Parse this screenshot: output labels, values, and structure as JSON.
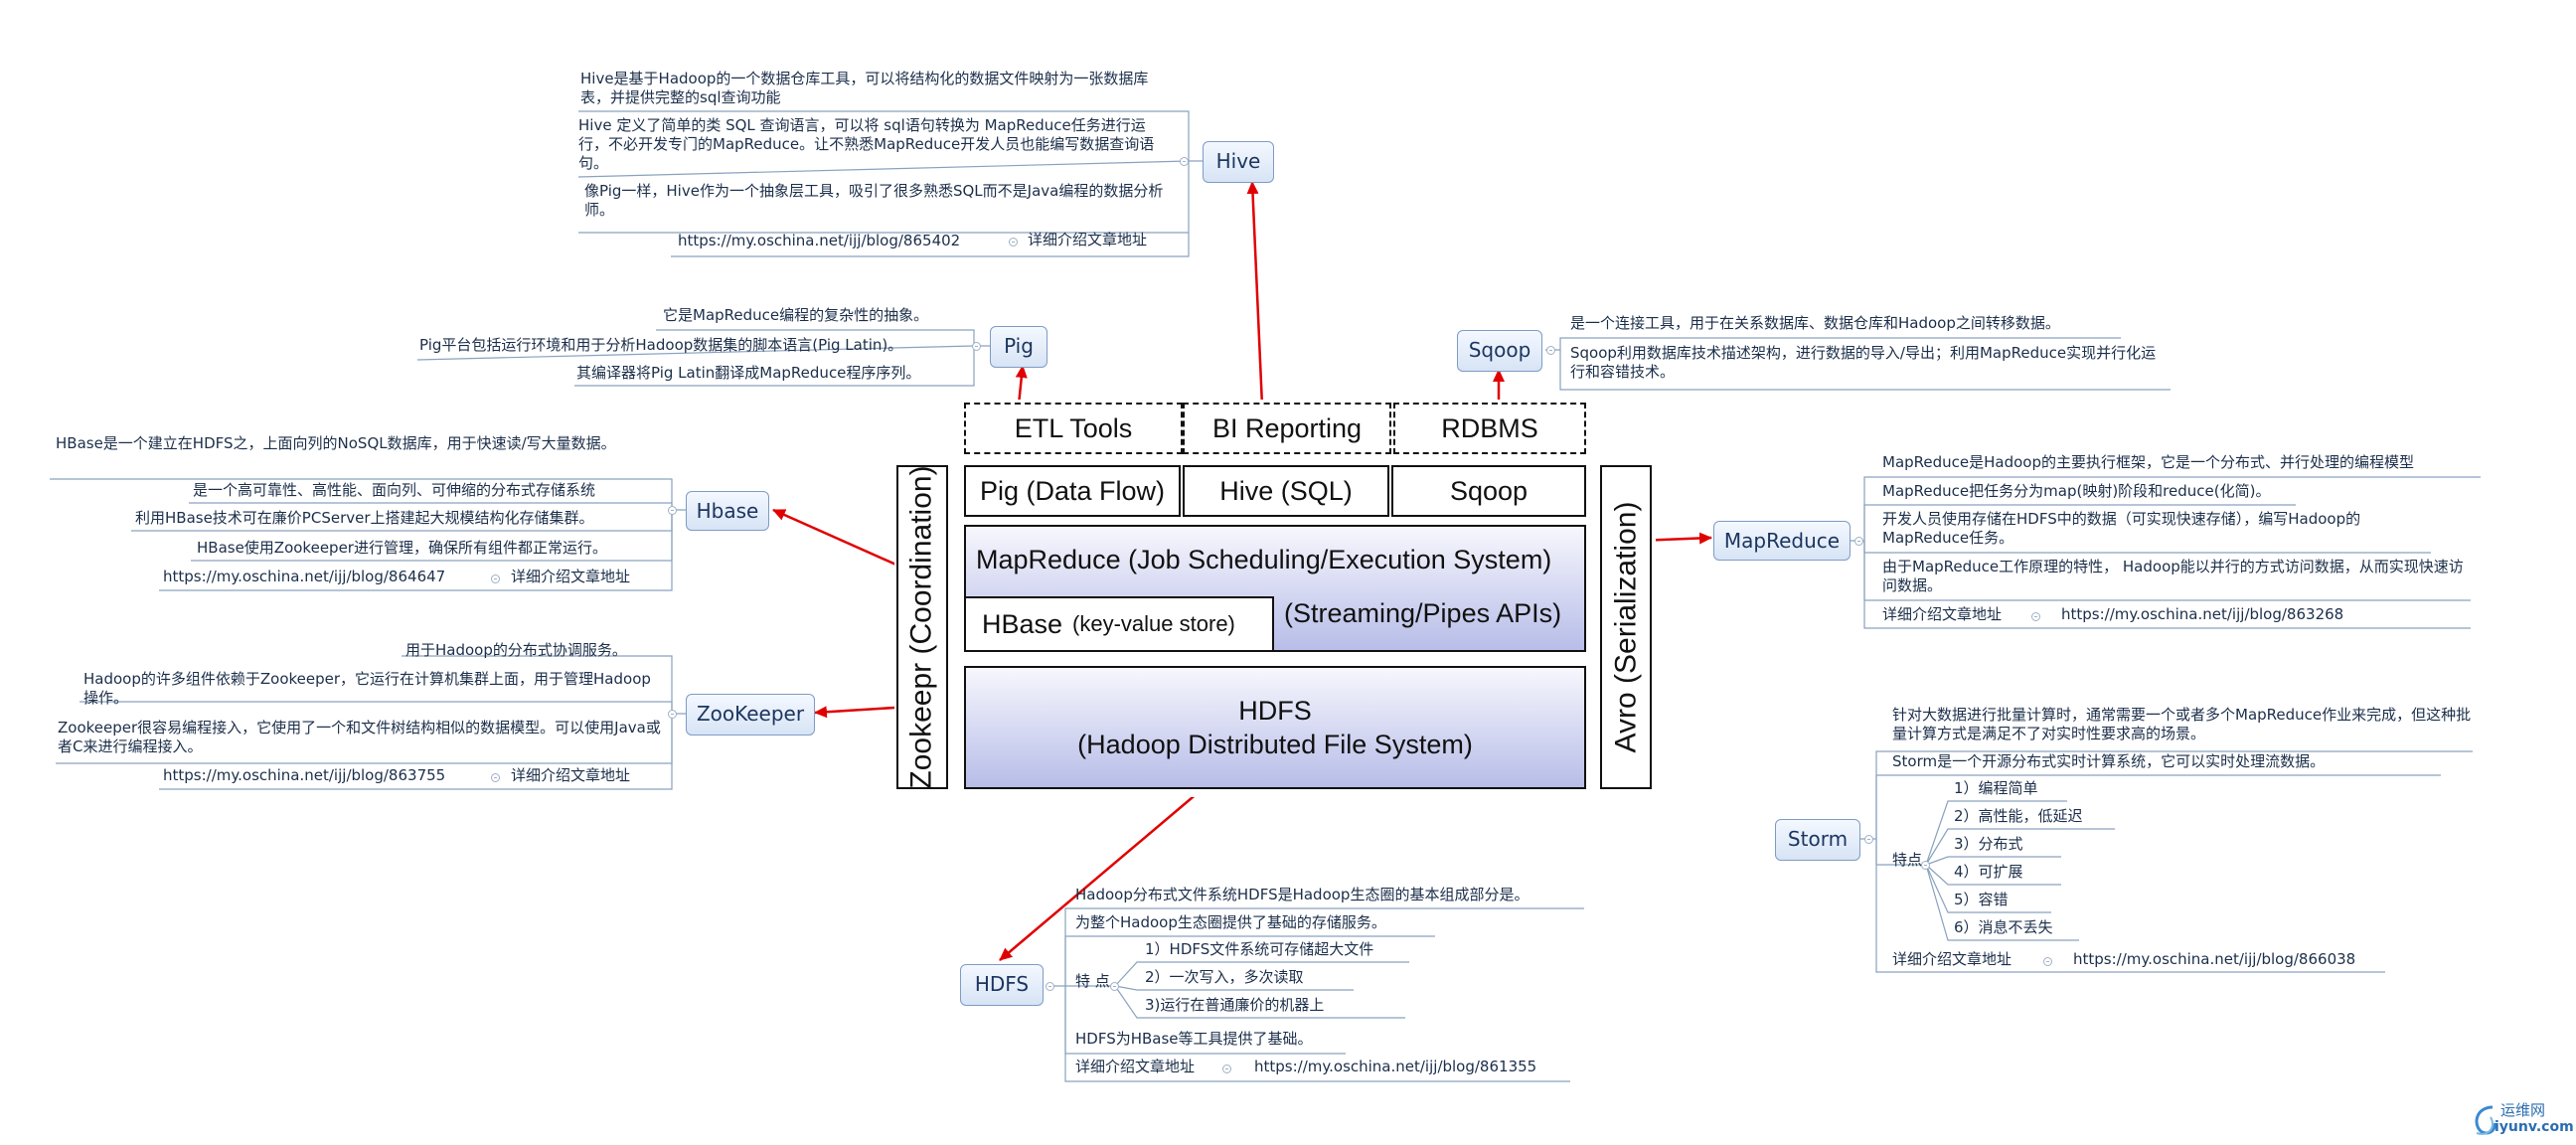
{
  "colors": {
    "arrow": "#e00000",
    "node_border": "#7f9cc4",
    "line": "#8aa2bf",
    "stack_blue": "#b7bde8"
  },
  "stack": {
    "etl": "ETL Tools",
    "bi": "BI Reporting",
    "rdbms": "RDBMS",
    "pig": "Pig (Data Flow)",
    "hive": "Hive (SQL)",
    "sqoop": "Sqoop",
    "mapreduce": "MapReduce (Job Scheduling/Execution System)",
    "streaming": "(Streaming/Pipes APIs)",
    "hbase_main": "HBase",
    "hbase_sub": "(key-value store)",
    "hdfs_line1": "HDFS",
    "hdfs_line2": "(Hadoop Distributed File System)",
    "zookeeper_vert": "Zookeepr (Coordination)",
    "avro_vert": "Avro (Serialization)"
  },
  "nodes": {
    "hive": "Hive",
    "pig": "Pig",
    "sqoop": "Sqoop",
    "hbase": "Hbase",
    "mapreduce": "MapReduce",
    "zookeeper": "ZooKeeper",
    "storm": "Storm",
    "hdfs": "HDFS"
  },
  "hive": {
    "n1": "Hive是基于Hadoop的一个数据仓库工具，可以将结构化的数据文件映射为一张数据库表，并提供完整的sql查询功能",
    "n2": "Hive 定义了简单的类 SQL 查询语言，可以将 sql语句转换为 MapReduce任务进行运行，不必开发专门的MapReduce。让不熟悉MapReduce开发人员也能编写数据查询语句。",
    "n3": "像Pig一样，Hive作为一个抽象层工具，吸引了很多熟悉SQL而不是Java编程的数据分析师。",
    "url": "https://my.oschina.net/ijj/blog/865402",
    "url_label": "详细介绍文章地址"
  },
  "pig": {
    "n1": "它是MapReduce编程的复杂性的抽象。",
    "n2": "Pig平台包括运行环境和用于分析Hadoop数据集的脚本语言(Pig Latin)。",
    "n3": "其编译器将Pig Latin翻译成MapReduce程序序列。"
  },
  "sqoop": {
    "n1": "是一个连接工具，用于在关系数据库、数据仓库和Hadoop之间转移数据。",
    "n2": "Sqoop利用数据库技术描述架构，进行数据的导入/导出；利用MapReduce实现并行化运行和容错技术。"
  },
  "hbase": {
    "n1": "HBase是一个建立在HDFS之，上面向列的NoSQL数据库，用于快速读/写大量数据。",
    "n2": "是一个高可靠性、高性能、面向列、可伸缩的分布式存储系统",
    "n3": "利用HBase技术可在廉价PCServer上搭建起大规模结构化存储集群。",
    "n4": "HBase使用Zookeeper进行管理，确保所有组件都正常运行。",
    "url": "https://my.oschina.net/ijj/blog/864647",
    "url_label": "详细介绍文章地址"
  },
  "zookeeper": {
    "n1": "用于Hadoop的分布式协调服务。",
    "n2": "Hadoop的许多组件依赖于Zookeeper，它运行在计算机集群上面，用于管理Hadoop操作。",
    "n3": "Zookeeper很容易编程接入，它使用了一个和文件树结构相似的数据模型。可以使用Java或者C来进行编程接入。",
    "url": "https://my.oschina.net/ijj/blog/863755",
    "url_label": "详细介绍文章地址"
  },
  "mapreduce": {
    "n1": "MapReduce是Hadoop的主要执行框架，它是一个分布式、并行处理的编程模型",
    "n2": "MapReduce把任务分为map(映射)阶段和reduce(化简)。",
    "n3": "开发人员使用存储在HDFS中的数据（可实现快速存储），编写Hadoop的MapReduce任务。",
    "n4": "由于MapReduce工作原理的特性， Hadoop能以并行的方式访问数据，从而实现快速访问数据。",
    "url_label": "详细介绍文章地址",
    "url": "https://my.oschina.net/ijj/blog/863268"
  },
  "storm": {
    "n1": "针对大数据进行批量计算时，通常需要一个或者多个MapReduce作业来完成，但这种批量计算方式是满足不了对实时性要求高的场景。",
    "n2": "Storm是一个开源分布式实时计算系统，它可以实时处理流数据。",
    "feature_label": "特点",
    "features": [
      "1）编程简单",
      "2）高性能，低延迟",
      "3）分布式",
      "4）可扩展",
      "5）容错",
      "6）消息不丢失"
    ],
    "url_label": "详细介绍文章地址",
    "url": "https://my.oschina.net/ijj/blog/866038"
  },
  "hdfs": {
    "n1": "Hadoop分布式文件系统HDFS是Hadoop生态圈的基本组成部分是。",
    "n2": "为整个Hadoop生态圈提供了基础的存储服务。",
    "feature_label": "特 点",
    "features": [
      "1）HDFS文件系统可存储超大文件",
      "2）一次写入，多次读取",
      "3)运行在普通廉价的机器上"
    ],
    "n3": "HDFS为HBase等工具提供了基础。",
    "url_label": "详细介绍文章地址",
    "url": "https://my.oschina.net/ijj/blog/861355"
  },
  "logo": {
    "cn": "运维网",
    "en": "iyunv.com"
  }
}
